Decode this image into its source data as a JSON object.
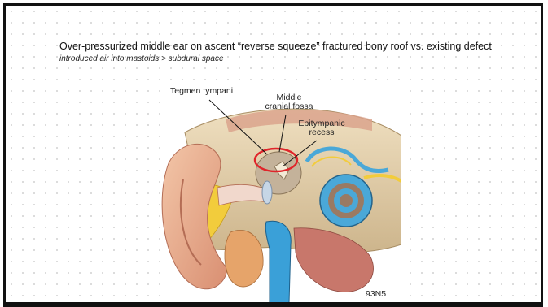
{
  "slide": {
    "title": "Over-pressurized middle ear on ascent “reverse squeeze” fractured bony roof vs. existing defect",
    "subtitle": "introduced air into mastoids > subdural space"
  },
  "figure": {
    "labels": {
      "tegmen": "Tegmen tympani",
      "middle_line1": "Middle",
      "middle_line2": "cranial fossa",
      "epi_line1": "Epitympanic",
      "epi_line2": "recess"
    },
    "code": "93N5",
    "highlight_color": "#e0242a"
  }
}
